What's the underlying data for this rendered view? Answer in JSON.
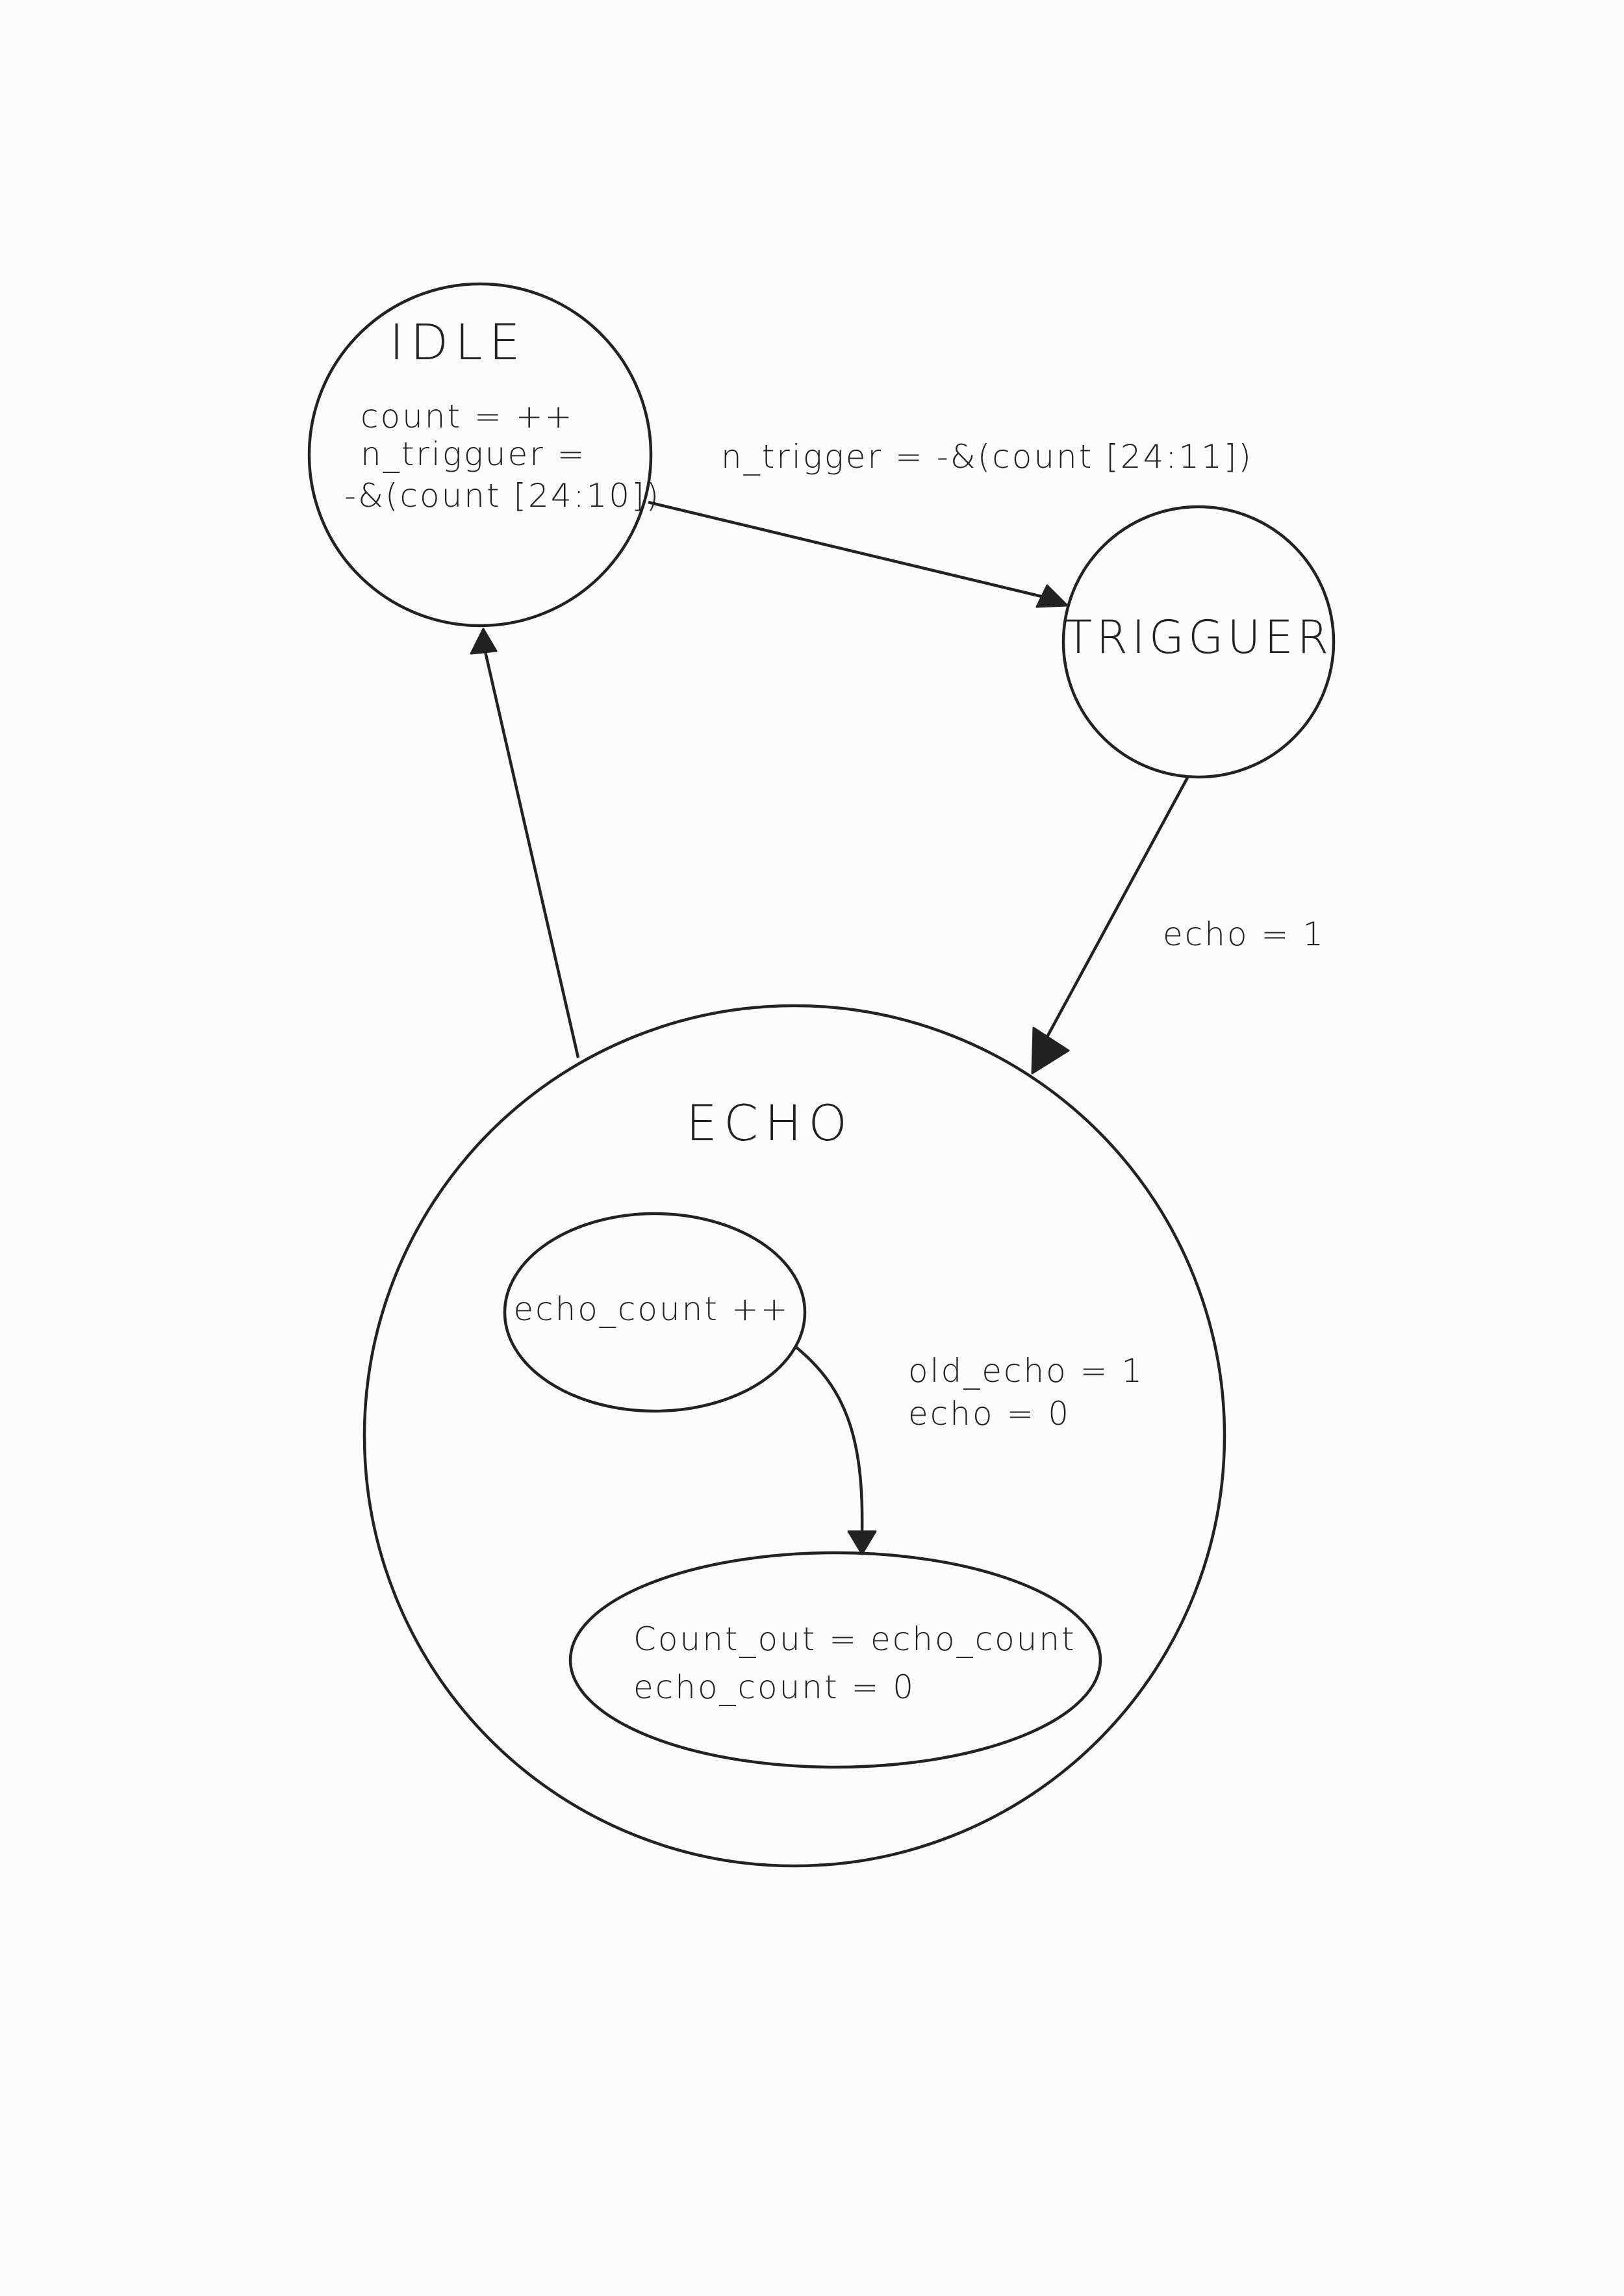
{
  "diagram": {
    "background": "#fcfcfc",
    "ink": "#222222",
    "states": {
      "idle": {
        "title": "IDLE",
        "lines": [
          "count = ++",
          "n_trigguer =",
          "-&(count [24:10])"
        ]
      },
      "trigguer": {
        "title": "TRIGGUER"
      },
      "echo": {
        "title": "ECHO",
        "substates": {
          "count": {
            "lines": [
              "echo_count ++"
            ]
          },
          "output": {
            "lines": [
              "Count_out = echo_count",
              "echo_count = 0"
            ]
          }
        }
      }
    },
    "transitions": {
      "idle_to_trigguer": {
        "label": "n_trigger = -&(count [24:11])"
      },
      "trigguer_to_echo": {
        "label": "echo = 1"
      },
      "echo_to_idle": {
        "label": ""
      },
      "count_to_output": {
        "lines": [
          "old_echo = 1",
          "echo = 0"
        ]
      }
    }
  }
}
